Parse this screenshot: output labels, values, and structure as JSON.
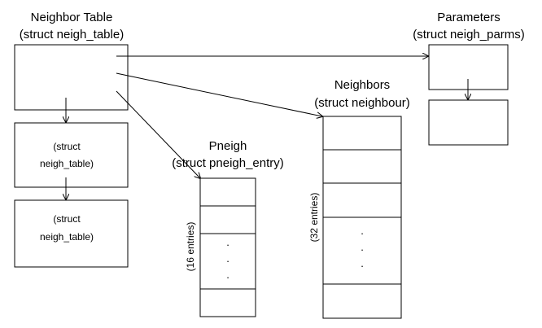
{
  "neighbor_table": {
    "title": "Neighbor Table",
    "struct": "(struct neigh_table)"
  },
  "chained_tables": [
    {
      "line1": "(struct",
      "line2": "neigh_table)"
    },
    {
      "line1": "(struct",
      "line2": "neigh_table)"
    }
  ],
  "parameters": {
    "title": "Parameters",
    "struct": "(struct neigh_parms)"
  },
  "neighbors": {
    "title": "Neighbors",
    "struct": "(struct neighbour)",
    "entries_label": "(32 entries)"
  },
  "pneigh": {
    "title": "Pneigh",
    "struct": "(struct pneigh_entry)",
    "entries_label": "(16 entries)"
  },
  "ellipsis": "."
}
